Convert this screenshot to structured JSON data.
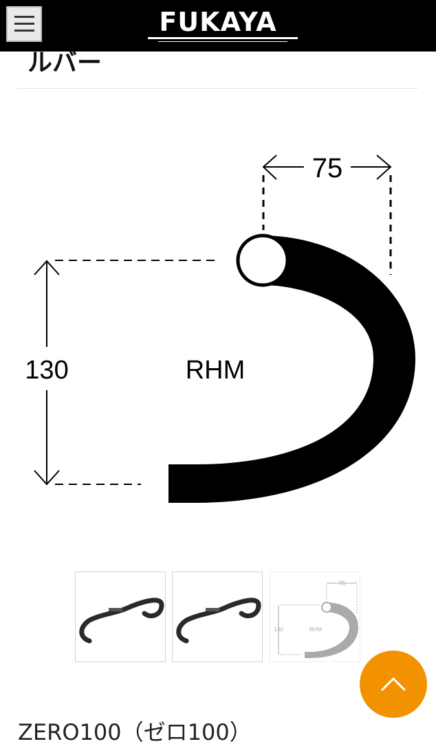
{
  "header": {
    "brand": "FUKAYA",
    "menu_icon": "hamburger-menu-icon"
  },
  "page": {
    "title_fragment": "ルバー"
  },
  "diagram": {
    "reach_label": "75",
    "drop_label": "130",
    "shape_label": "RHM"
  },
  "thumbnails": [
    {
      "icon": "handlebar-photo-icon"
    },
    {
      "icon": "handlebar-photo-icon"
    },
    {
      "icon": "handlebar-diagram-icon",
      "reach_label": "75",
      "drop_label": "130",
      "shape_label": "RHM"
    }
  ],
  "scroll_top": {
    "icon": "chevron-up-icon",
    "color": "#f39200"
  },
  "product": {
    "name": "ZERO100（ゼロ100）"
  }
}
